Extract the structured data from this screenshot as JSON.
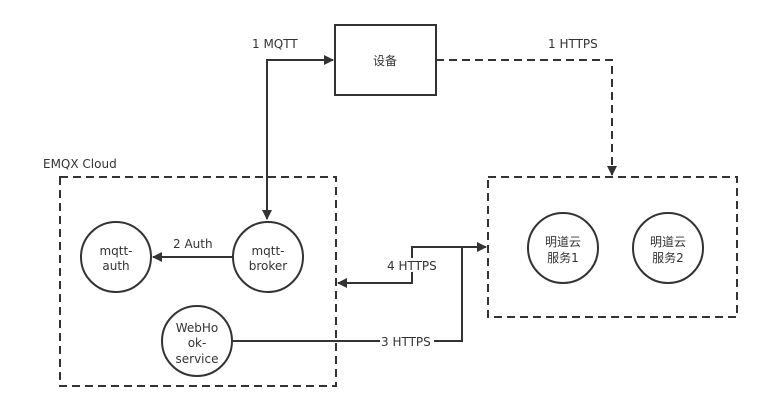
{
  "diagram": {
    "colors": {
      "stroke": "#333333",
      "text": "#333333",
      "background": "#ffffff"
    },
    "groups": {
      "emqx": {
        "label": "EMQX Cloud"
      },
      "mingdao": {
        "label": ""
      }
    },
    "nodes": {
      "device": {
        "lines": [
          "设备"
        ]
      },
      "mqtt_auth": {
        "lines": [
          "mqtt-",
          "auth"
        ]
      },
      "mqtt_broker": {
        "lines": [
          "mqtt-",
          "broker"
        ]
      },
      "webhook": {
        "lines": [
          "WebHo",
          "ok-",
          "service"
        ]
      },
      "service1": {
        "lines": [
          "明道云",
          "服务1"
        ]
      },
      "service2": {
        "lines": [
          "明道云",
          "服务2"
        ]
      }
    },
    "edges": {
      "mqtt": {
        "label": "1 MQTT",
        "style": "solid",
        "direction": "bidirectional"
      },
      "https1": {
        "label": "1 HTTPS",
        "style": "dashed",
        "direction": "device-to-mingdao"
      },
      "auth": {
        "label": "2 Auth",
        "style": "solid",
        "direction": "broker-to-auth"
      },
      "https3": {
        "label": "3 HTTPS",
        "style": "solid",
        "direction": "webhook-to-mingdao"
      },
      "https4": {
        "label": "4 HTTPS",
        "style": "solid",
        "direction": "bidirectional"
      }
    }
  }
}
